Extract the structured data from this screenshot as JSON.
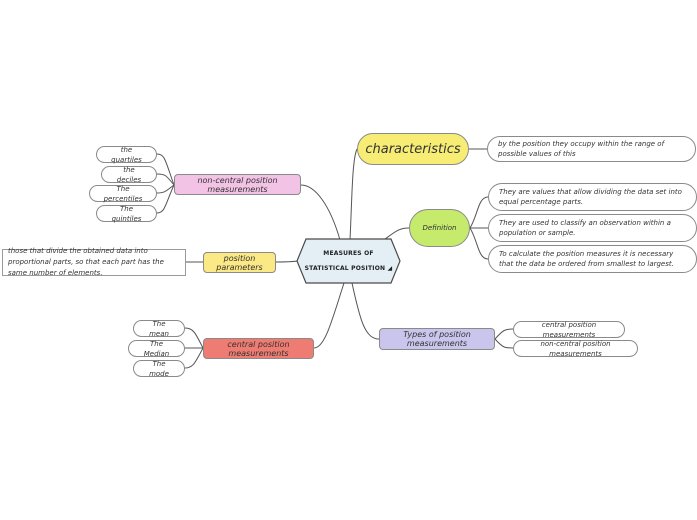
{
  "central": {
    "title": "MEASURES OF STATISTICAL POSITION",
    "line1": "MEASURES OF",
    "line2": "STATISTICAL POSITION"
  },
  "colors": {
    "characteristics": "#f7ec74",
    "definition": "#c6ea6c",
    "types": "#c9c5ec",
    "noncentral": "#f3c3e6",
    "parameters": "#fbe986",
    "central": "#ef7c72",
    "central_node": "#e3eff4",
    "lines": "#555555"
  },
  "characteristics": {
    "label": "characteristics",
    "detail": "by the position they occupy within the range of possible values of this"
  },
  "definition": {
    "label": "Definition",
    "items": [
      "They are values that allow dividing the data set into equal percentage parts.",
      "They are used to classify an observation within a population or sample.",
      "To calculate the position measures it is necessary that the data be ordered from smallest to largest."
    ]
  },
  "types": {
    "label": "Types of position measurements",
    "items": [
      "central position measurements",
      "non-central position measurements"
    ]
  },
  "noncentral": {
    "label": "non-central position measurements",
    "items": [
      "the quartiles",
      "the deciles",
      "The percentiles",
      "The quintiles"
    ]
  },
  "parameters": {
    "label": "position parameters",
    "detail": "those that divide the obtained data into proportional parts, so that each part has the same number of elements."
  },
  "central_measures": {
    "label": "central position measurements",
    "items": [
      "The mean",
      "The Median",
      "The mode"
    ]
  }
}
